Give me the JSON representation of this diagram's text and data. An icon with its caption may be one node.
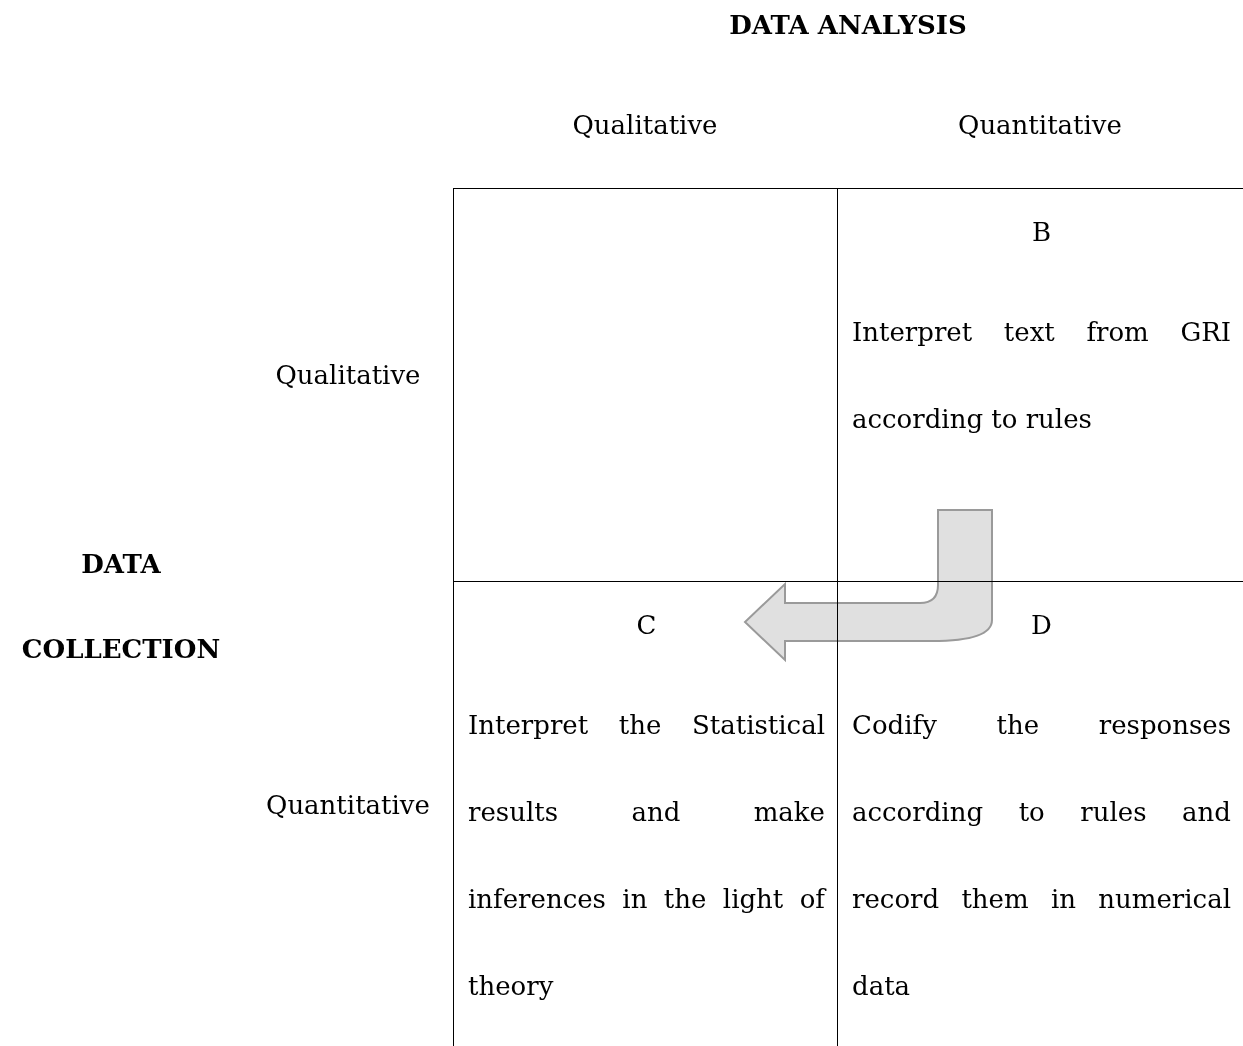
{
  "diagram": {
    "nodes": [
      {
        "text": [],
        "shape": "box"
      },
      {
        "text": [
          "B",
          "Interpret text from GRI according to rules"
        ]
      },
      {
        "text": [
          "C",
          "Interpret the Statistical results and make inferences in the light of theory"
        ]
      },
      {
        "text": [
          "D",
          "Codify the responses according to rules and record them in numerical data"
        ]
      }
    ],
    "edges": [
      {
        "from": 1,
        "to": 2,
        "arrow": "to",
        "style": "thick"
      }
    ],
    "labels": [
      "DATA ANALYSIS",
      "Qualitative",
      "Quantitative",
      "Qualitative",
      "DATA COLLECTION",
      "Quantitative"
    ]
  }
}
